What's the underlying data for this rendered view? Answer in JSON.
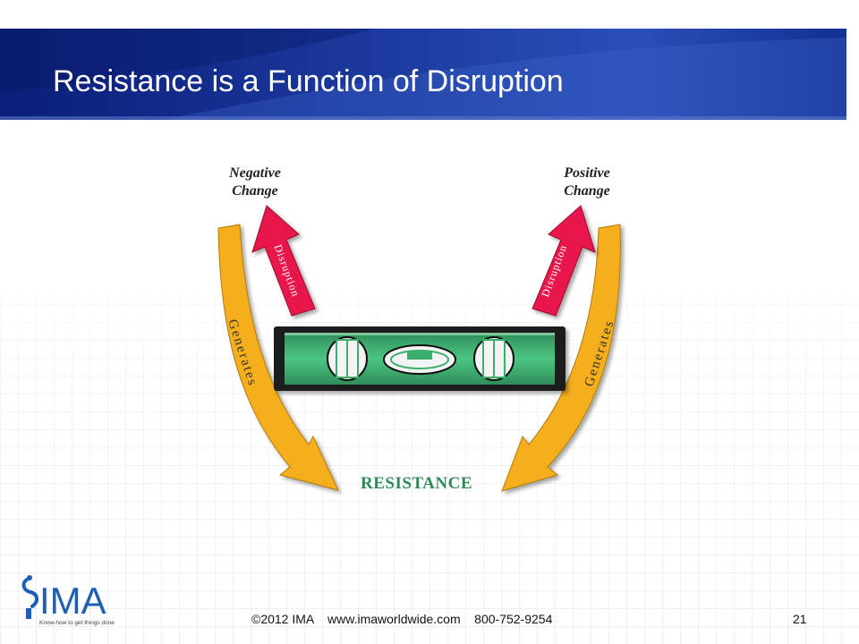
{
  "slide": {
    "title": "Resistance is a Function of Disruption",
    "page_number": "21"
  },
  "diagram": {
    "negative_line1": "Negative",
    "negative_line2": "Change",
    "positive_line1": "Positive",
    "positive_line2": "Change",
    "disruption_label": "Disruption",
    "generates_label": "Generates",
    "resistance_label": "RESISTANCE"
  },
  "footer": {
    "text": "©2012 IMA    www.imaworldwide.com    800-752-9254",
    "logo_text": "IMA",
    "logo_tagline": "Know-how to get things done"
  },
  "colors": {
    "banner_dark": "#0a1e78",
    "banner_light": "#2547b5",
    "arrow_red": "#e8184c",
    "arrow_orange": "#f5ae1c",
    "level_green": "#3aae6e",
    "resistance_green": "#2e8b57"
  }
}
